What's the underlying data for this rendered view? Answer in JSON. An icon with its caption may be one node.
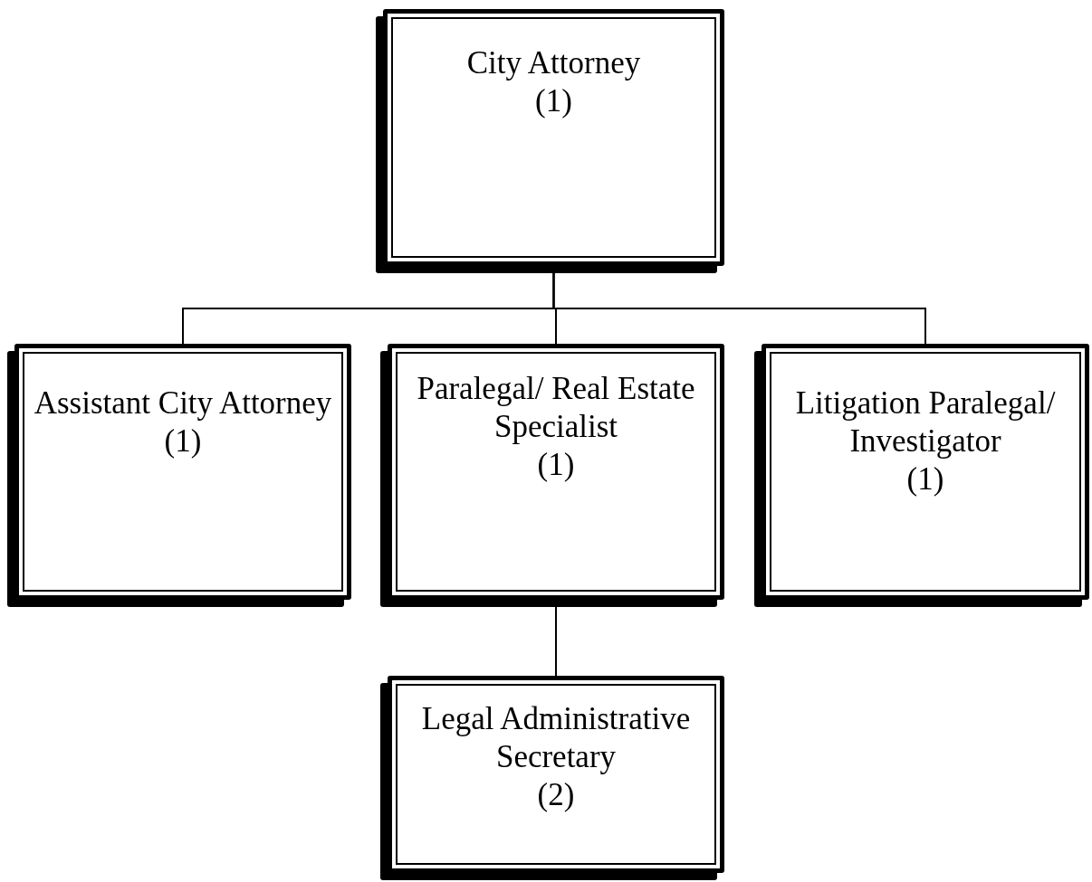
{
  "diagram": {
    "nodes": [
      {
        "text": [
          "City Attorney",
          "(1)"
        ]
      },
      {
        "text": [
          "Assistant City Attorney",
          "(1)"
        ]
      },
      {
        "text": [
          "Paralegal/ Real Estate Specialist",
          "(1)"
        ]
      },
      {
        "text": [
          "Litigation Paralegal/ Investigator",
          "(1)"
        ]
      },
      {
        "text": [
          "Legal Administrative Secretary",
          "(2)"
        ]
      }
    ],
    "edges": [
      {
        "from": 0,
        "to": 1,
        "arrow": "none"
      },
      {
        "from": 0,
        "to": 2,
        "arrow": "none"
      },
      {
        "from": 0,
        "to": 3,
        "arrow": "none"
      },
      {
        "from": 2,
        "to": 4,
        "arrow": "none"
      }
    ]
  }
}
